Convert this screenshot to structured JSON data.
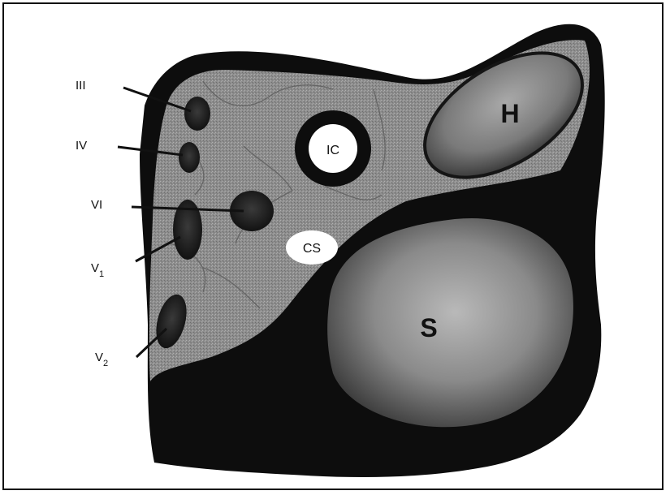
{
  "labels": {
    "oculomotor": "III",
    "trochlear": "IV",
    "abducens": "VI",
    "ophthalmic_main": "V",
    "ophthalmic_sub": "1",
    "maxillary_main": "V",
    "maxillary_sub": "2",
    "internal_carotid": "IC",
    "sympathetic": "CS",
    "hypophysis": "H",
    "sphenoid_sinus": "S"
  },
  "colors": {
    "background": "#ffffff",
    "outer_dark": "#0d0d0d",
    "tissue": "#8c8c8c",
    "tissue_dark": "#6f6f6f",
    "vessel_fill": "#ffffff",
    "nerve": "#1a1a1a"
  }
}
